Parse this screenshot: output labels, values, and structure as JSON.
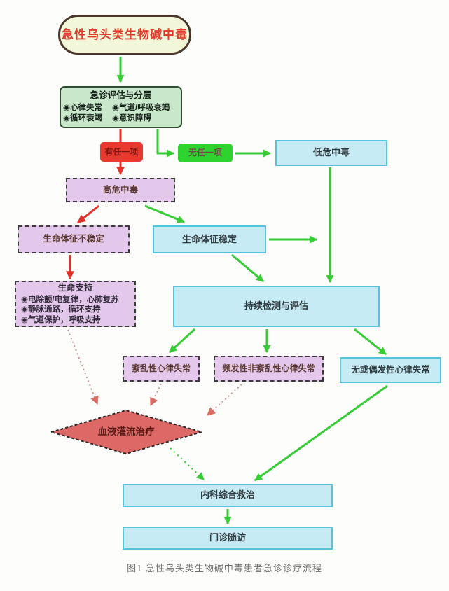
{
  "title": {
    "label": "急性乌头类生物碱中毒"
  },
  "caption": "图1 急性乌头类生物碱中毒患者急诊诊疗流程",
  "nodes": {
    "triage": {
      "title": "急诊评估与分层",
      "items": [
        "◉心律失常",
        "◉气道/呼吸衰竭",
        "◉循环衰竭",
        "◉意识障碍"
      ]
    },
    "branch_any": {
      "label": "有任一项"
    },
    "branch_none": {
      "label": "无任一项"
    },
    "low_risk": {
      "label": "低危中毒"
    },
    "high_risk": {
      "label": "高危中毒"
    },
    "vitals_unstable": {
      "label": "生命体征不稳定"
    },
    "vitals_stable": {
      "label": "生命体征稳定"
    },
    "life_support": {
      "title": "生命支持",
      "items": [
        "◉电除颤/电复律，心肺复苏",
        "◉静脉通路，循环支持",
        "◉气道保护，呼吸支持"
      ]
    },
    "monitoring": {
      "label": "持续检测与评估"
    },
    "chaotic_arrhythmia": {
      "label": "紊乱性心律失常"
    },
    "frequent_arrhythmia": {
      "label": "频发性非紊乱性心律失常"
    },
    "no_arrhythmia": {
      "label": "无或偶发性心律失常"
    },
    "hemoperfusion": {
      "label": "血液灌流治疗"
    },
    "comprehensive_care": {
      "label": "内科综合救治"
    },
    "followup": {
      "label": "门诊随访"
    }
  },
  "colors": {
    "green_arrow": "#35cc35",
    "red_arrow": "#e2322a",
    "salmon_arrow": "#d96c63",
    "cyan_box_bg": "#c6ebf4",
    "cyan_box_border": "#56c5dc",
    "lavender_box_bg": "#e3c8ec",
    "triage_box_bg": "#c9e7ca",
    "title_pill_bg": "#f3f7da",
    "title_text": "#e23c2c",
    "diamond_bg": "#dc6965",
    "branch_any_bg": "#e8392f",
    "branch_none_bg": "#2fd32f"
  }
}
